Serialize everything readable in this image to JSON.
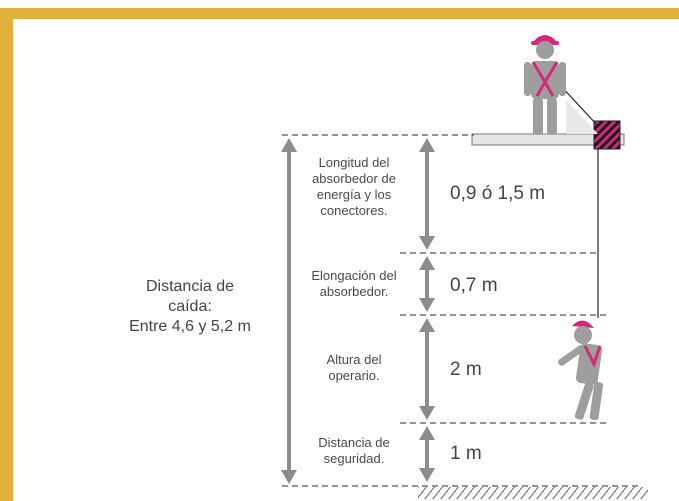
{
  "total": {
    "line1": "Distancia de",
    "line2": "caída:",
    "line3": "Entre 4,6 y 5,2 m"
  },
  "segments": [
    {
      "label_lines": [
        "Longitud del",
        "absorbedor de",
        "energía y los",
        "conectores."
      ],
      "value": "0,9 ó 1,5 m"
    },
    {
      "label_lines": [
        "Elongación del",
        "absorbedor."
      ],
      "value": "0,7 m"
    },
    {
      "label_lines": [
        "Altura del",
        "operario."
      ],
      "value": "2 m"
    },
    {
      "label_lines": [
        "Distancia de",
        "seguridad."
      ],
      "value": "1 m"
    }
  ],
  "colors": {
    "frame": "#e0b13b",
    "figure": "#9e9e9e",
    "harness": "#d6287b",
    "arrow": "#8c8c8c",
    "dashes": "#555555"
  }
}
